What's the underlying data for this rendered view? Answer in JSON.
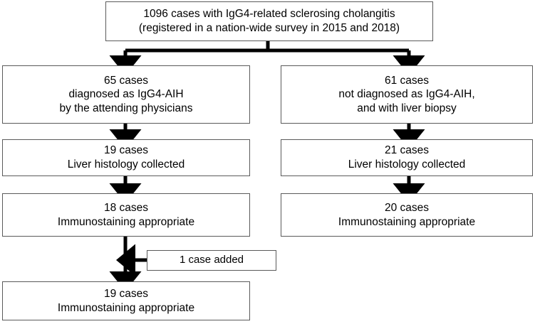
{
  "figure": {
    "type": "flowchart",
    "orientation": "top-down",
    "background_color": "#ffffff",
    "box_border_color": "#5a5a5a",
    "connector_color": "#000000"
  },
  "nodes": {
    "root": {
      "id": "root",
      "lines": [
        "1096 cases with IgG4-related sclerosing cholangitis",
        "(registered in a nation-wide survey in 2015 and 2018)"
      ],
      "count": 1096
    },
    "left_1": {
      "id": "left-branch-step-1",
      "lines": [
        "65 cases",
        "diagnosed as IgG4-AIH",
        "by the attending physicians"
      ],
      "count": 65
    },
    "right_1": {
      "id": "right-branch-step-1",
      "lines": [
        "61 cases",
        "not diagnosed as IgG4-AIH,",
        "and with liver biopsy"
      ],
      "count": 61
    },
    "left_2": {
      "id": "left-branch-step-2",
      "lines": [
        "19 cases",
        "Liver histology collected"
      ],
      "count": 19
    },
    "right_2": {
      "id": "right-branch-step-2",
      "lines": [
        "21 cases",
        "Liver histology collected"
      ],
      "count": 21
    },
    "left_3": {
      "id": "left-branch-step-3",
      "lines": [
        "18 cases",
        "Immunostaining appropriate"
      ],
      "count": 18
    },
    "right_3": {
      "id": "right-branch-step-3",
      "lines": [
        "20 cases",
        "Immunostaining appropriate"
      ],
      "count": 20
    },
    "added": {
      "id": "case-added-note",
      "lines": [
        "1 case added"
      ],
      "count": 1
    },
    "left_4": {
      "id": "left-branch-step-4",
      "lines": [
        "19 cases",
        "Immunostaining appropriate"
      ],
      "count": 19
    }
  },
  "edges": [
    {
      "from": "root",
      "to": "left_1",
      "style": "split-arrow-down"
    },
    {
      "from": "root",
      "to": "right_1",
      "style": "split-arrow-down"
    },
    {
      "from": "left_1",
      "to": "left_2",
      "style": "arrow-down"
    },
    {
      "from": "right_1",
      "to": "right_2",
      "style": "arrow-down"
    },
    {
      "from": "left_2",
      "to": "left_3",
      "style": "arrow-down"
    },
    {
      "from": "right_2",
      "to": "right_3",
      "style": "arrow-down"
    },
    {
      "from": "left_3",
      "to": "left_4",
      "style": "arrow-down"
    },
    {
      "from": "added",
      "to": "left_3-to-left_4",
      "style": "arrow-left-merge"
    }
  ]
}
